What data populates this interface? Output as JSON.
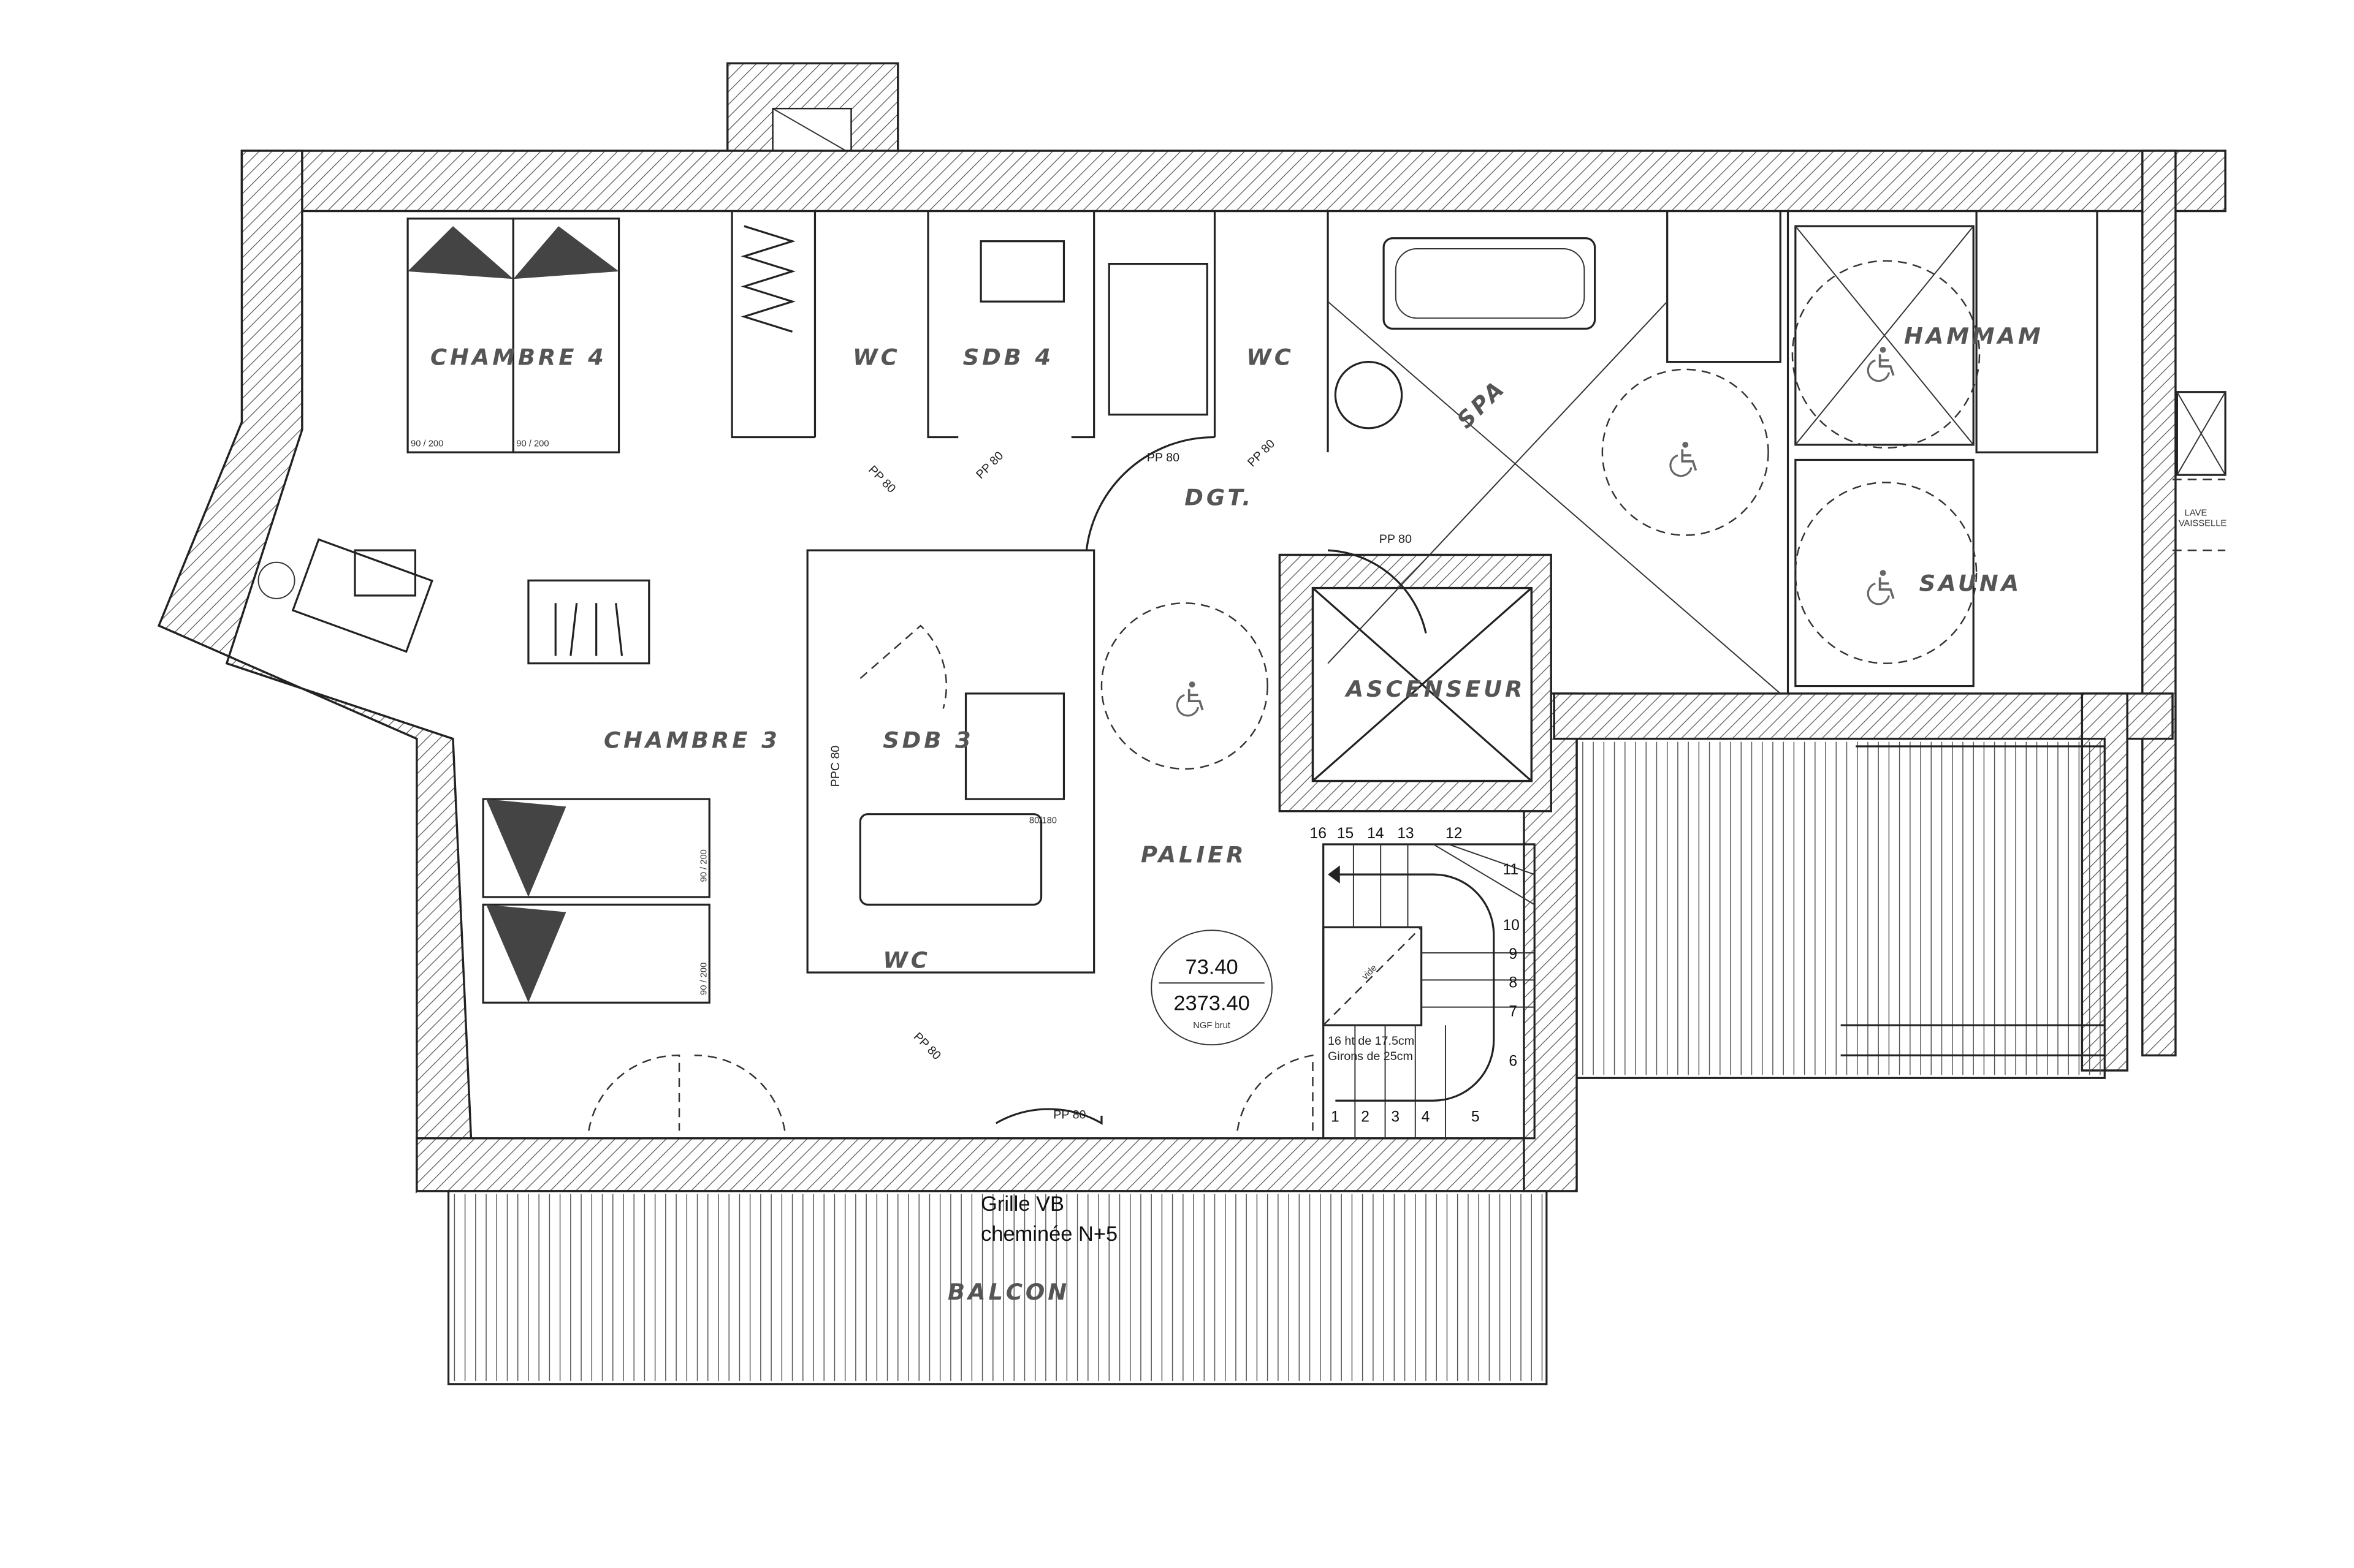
{
  "rooms": {
    "chambre4": "CHAMBRE 4",
    "wc1": "WC",
    "sdb4": "SDB 4",
    "wc2": "WC",
    "spa": "SPA",
    "hammam": "HAMMAM",
    "sauna": "SAUNA",
    "dgt": "DGT.",
    "ascenseur": "ASCENSEUR",
    "chambre3": "CHAMBRE 3",
    "sdb3": "SDB 3",
    "palier": "PALIER",
    "wc3": "WC",
    "balcon": "BALCON"
  },
  "doors": [
    "PP 80",
    "PP 80",
    "PP 80",
    "PP 80",
    "PP 80",
    "PP 80",
    "PP 80"
  ],
  "door_ppc": "PPC 80",
  "bath_size": "80/180",
  "beds": [
    "90 / 200",
    "90 / 200",
    "90 / 200",
    "90 / 200"
  ],
  "level": {
    "relative": "73.40",
    "absolute": "2373.40",
    "ref": "NGF brut"
  },
  "stairs": {
    "steps": [
      "1",
      "2",
      "3",
      "4",
      "5",
      "6",
      "7",
      "8",
      "9",
      "10",
      "11",
      "12",
      "13",
      "14",
      "15",
      "16"
    ],
    "note1": "16 ht de 17.5cm",
    "note2": "Girons de 25cm",
    "void": "vide"
  },
  "chimney_note": {
    "line1": "Grille VB",
    "line2": "cheminée N+5"
  },
  "appliance": {
    "line1": "LAVE",
    "line2": "VAISSELLE"
  },
  "icons": {
    "accessibility": "wheelchair-icon"
  }
}
